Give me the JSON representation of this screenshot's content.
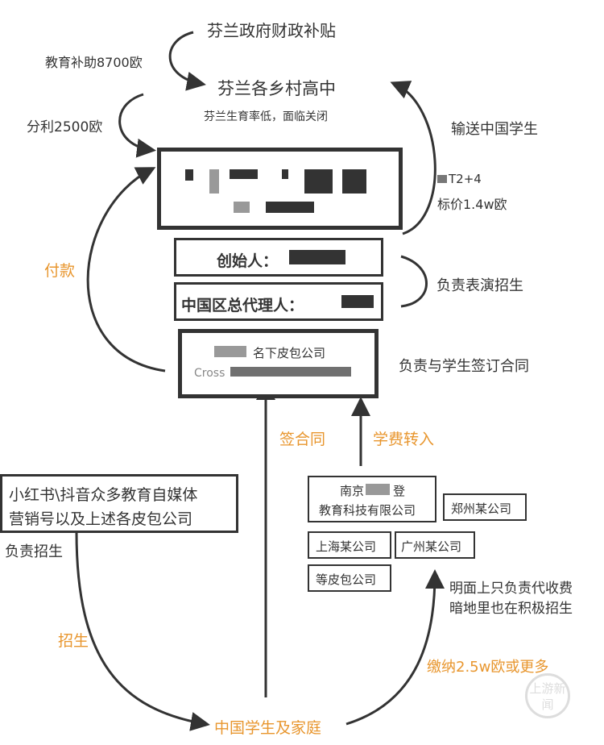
{
  "top": {
    "gov_subsidy": "芬兰政府财政补贴",
    "edu_subsidy": "教育补助8700欧",
    "schools": "芬兰各乡村高中",
    "schools_note": "芬兰生育率低，面临关闭",
    "profit_share": "分利2500欧",
    "send_students": "输送中国学生"
  },
  "main_box": {
    "side_note_1": "T2+4",
    "side_note_2": "标价1.4w欧"
  },
  "founder": {
    "label": "创始人："
  },
  "agent": {
    "label": "中国区总代理人："
  },
  "roles_note": "负责表演招生",
  "shell_box": {
    "line1": "名下皮包公司",
    "line2": "Cross"
  },
  "contract_note": "负责与学生签订合同",
  "payment": "付款",
  "sign_contract": "签合同",
  "tuition_transfer": "学费转入",
  "media_box": {
    "line1": "小红书\\抖音众多教育自媒体",
    "line2": "营销号以及上述各皮包公司"
  },
  "media_role": "负责招生",
  "companies": {
    "nanjing_1": "南京",
    "nanjing_2": "登",
    "nanjing_3": "教育科技有限公司",
    "zhengzhou": "郑州某公司",
    "shanghai": "上海某公司",
    "guangzhou": "广州某公司",
    "others": "等皮包公司"
  },
  "companies_note_1": "明面上只负责代收费",
  "companies_note_2": "暗地里也在积极招生",
  "recruit": "招生",
  "pay_amount": "缴纳2.5w欧或更多",
  "families": "中国学生及家庭",
  "watermark": "上游新闻",
  "colors": {
    "accent": "#e8962e",
    "line": "#333333"
  }
}
